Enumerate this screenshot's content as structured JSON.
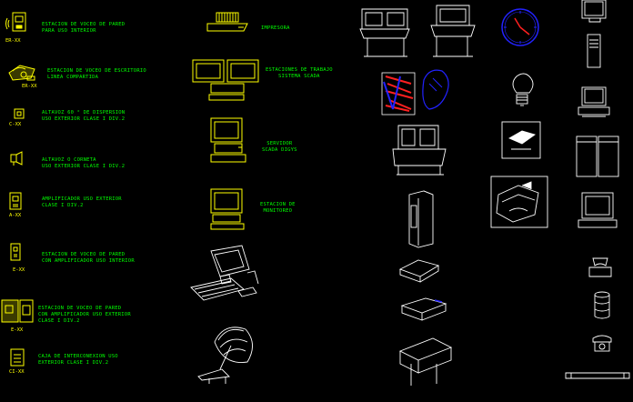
{
  "legend": [
    {
      "code": "ER-XX",
      "line1": "ESTACION DE VOCEO DE PARED",
      "line2": "PARA USO INTERIOR"
    },
    {
      "code": "ER-XX",
      "line1": "ESTACION DE VOCEO DE ESCRITORIO",
      "line2": "LINEA COMPARTIDA"
    },
    {
      "code": "C-XX",
      "line1": "ALTAVOZ 60 ° DE DISPERSION",
      "line2": "USO EXTERIOR CLASE I DIV.2"
    },
    {
      "code": "",
      "line1": "ALTAVOZ O CORNETA",
      "line2": "USO EXTERIOR CLASE I DIV.2"
    },
    {
      "code": "A-XX",
      "line1": "AMPLIFICADOR USO EXTERIOR",
      "line2": "CLASE I DIV.2"
    },
    {
      "code": "E-XX",
      "line1": "ESTACION DE VOCEO DE PARED",
      "line2": "CON AMPLIFICADOR USO INTERIOR"
    },
    {
      "code": "E-XX",
      "line1": "ESTACION DE VOCEO DE PARED",
      "line2": "CON AMPLIFICADOR USO EXTERIOR",
      "line3": "CLASE I DIV.2"
    },
    {
      "code": "CI-XX",
      "line1": "CAJA DE INTERCONEXION USO",
      "line2": "EXTERIOR CLASE I DIV.2"
    }
  ],
  "equipment": [
    {
      "line1": "IMPRESORA",
      "line2": ""
    },
    {
      "line1": "ESTACIONES DE TRABAJO",
      "line2": "SISTEMA SCADA"
    },
    {
      "line1": "SERVIDOR",
      "line2": "SCADA DIGYS"
    },
    {
      "line1": "ESTACION DE",
      "line2": "MONITOREO"
    }
  ],
  "colors": {
    "background": "#000000",
    "label": "#00ff00",
    "symbol": "#ffff00",
    "drawing": "#ffffff",
    "accent_blue": "#2222ff",
    "accent_red": "#ff2020"
  }
}
